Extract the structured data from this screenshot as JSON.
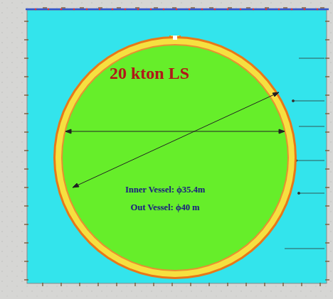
{
  "diagram": {
    "nodes": [
      {
        "text": [
          "20 kton LS",
          "Inner Vessel: ϕ35.4m",
          "Out Vessel: ϕ40 m"
        ]
      }
    ]
  }
}
